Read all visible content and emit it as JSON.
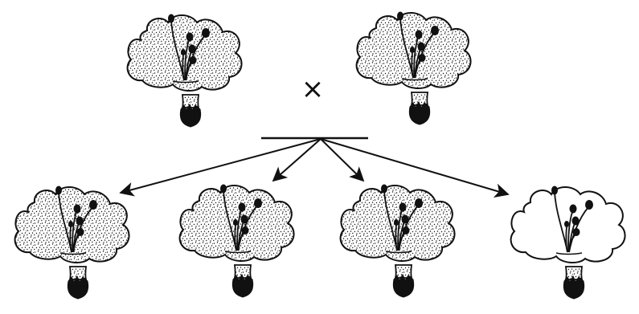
{
  "diagram": {
    "cross_symbol": "×",
    "parents": [
      {
        "role": "parent",
        "petal_fill": "speckled"
      },
      {
        "role": "parent",
        "petal_fill": "speckled"
      }
    ],
    "offspring": [
      {
        "role": "offspring",
        "petal_fill": "speckled"
      },
      {
        "role": "offspring",
        "petal_fill": "speckled"
      },
      {
        "role": "offspring",
        "petal_fill": "speckled"
      },
      {
        "role": "offspring",
        "petal_fill": "plain-white"
      }
    ],
    "colors": {
      "ink": "#111111",
      "white": "#ffffff"
    }
  }
}
